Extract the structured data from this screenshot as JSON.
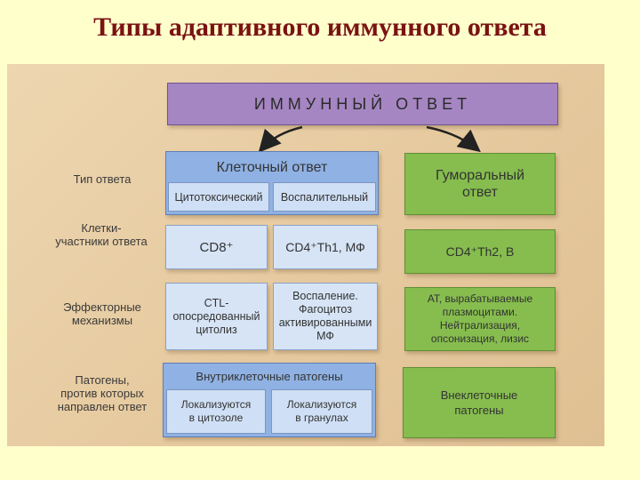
{
  "title": "Типы адаптивного иммунного ответа",
  "root": "ИММУННЫЙ ОТВЕТ",
  "row_labels": {
    "type": "Тип ответа",
    "cells": "Клетки-\nучастники ответа",
    "effector": "Эффекторные\nмеханизмы",
    "pathogens": "Патогены,\nпротив которых\nнаправлен ответ"
  },
  "cellular": {
    "header": "Клеточный ответ",
    "cytotoxic": "Цитотоксический",
    "inflammatory": "Воспалительный",
    "cells_cd8": "CD8⁺",
    "cells_cd4": "CD4⁺Th1, МФ",
    "eff_ctl": "CTL-\nопосредованный\nцитолиз",
    "eff_inflam": "Воспаление.\nФагоцитоз\nактивированными\nМФ",
    "path_header": "Внутриклеточные патогены",
    "path_cytosol": "Локализуются\nв цитозоле",
    "path_granules": "Локализуются\nв гранулах"
  },
  "humoral": {
    "header": "Гуморальный\nответ",
    "cells": "CD4⁺Th2, B",
    "effector": "АТ, вырабатываемые\nплазмоцитами.\nНейтрализация,\nопсонизация, лизис",
    "pathogens": "Внеклеточные\nпатогены"
  }
}
